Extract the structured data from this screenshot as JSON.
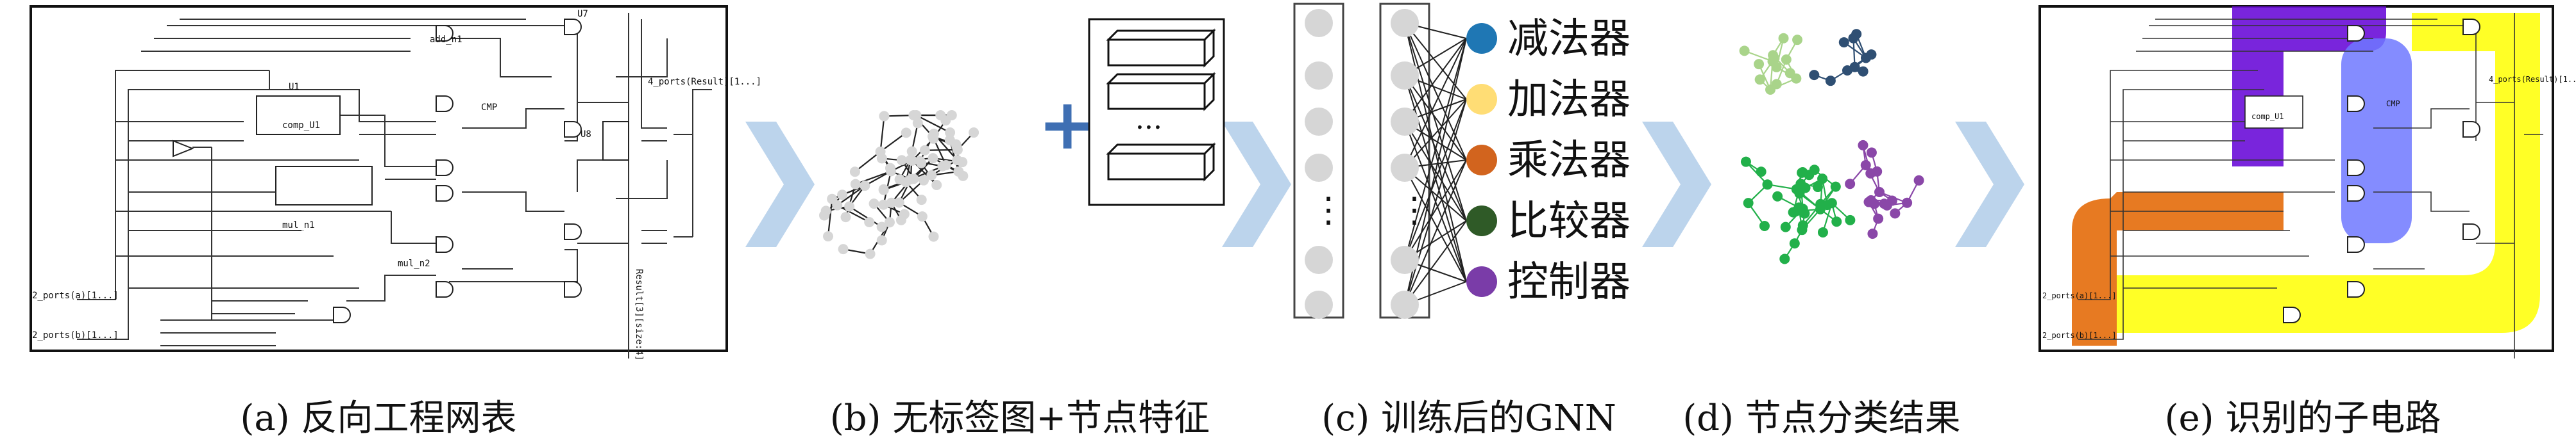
{
  "panels": {
    "a": {
      "caption": "(a) 反向工程网表",
      "labels": {
        "in_a": "2_ports(a)[1...]",
        "in_b": "2_ports(b)[1...]",
        "out": "4_ports(Result)[1...]",
        "result_bus": "Result[3][size:4]",
        "add_n1": "add_n1",
        "comp_u1": "comp_U1",
        "cmp": "CMP",
        "mul_n1": "mul_n1",
        "mul_n2": "mul_n2",
        "u7": "U7",
        "u8": "U8",
        "u1": "U1"
      }
    },
    "b": {
      "caption": "(b) 无标签图+节点特征",
      "plus": "+",
      "ellipsis": "···"
    },
    "c": {
      "caption": "(c) 训练后的GNN",
      "vdots": "⋮"
    },
    "d": {
      "caption": "(d) 节点分类结果"
    },
    "e": {
      "caption": "(e) 识别的子电路"
    },
    "legend": [
      {
        "label": "减法器",
        "color": "#1f77b4"
      },
      {
        "label": "加法器",
        "color": "#ffdd75"
      },
      {
        "label": "乘法器",
        "color": "#d2641e"
      },
      {
        "label": "比较器",
        "color": "#2f5a27"
      },
      {
        "label": "控制器",
        "color": "#7a3ca8"
      }
    ],
    "colors": {
      "arrow": "#bcd4ec",
      "plus": "#3f6fb3",
      "node_gray": "#d6d6d6",
      "tree_light_green": "#a9d48a",
      "tree_green": "#22b04a",
      "tree_navy": "#2f4f73",
      "tree_purple": "#8a47a8"
    }
  }
}
